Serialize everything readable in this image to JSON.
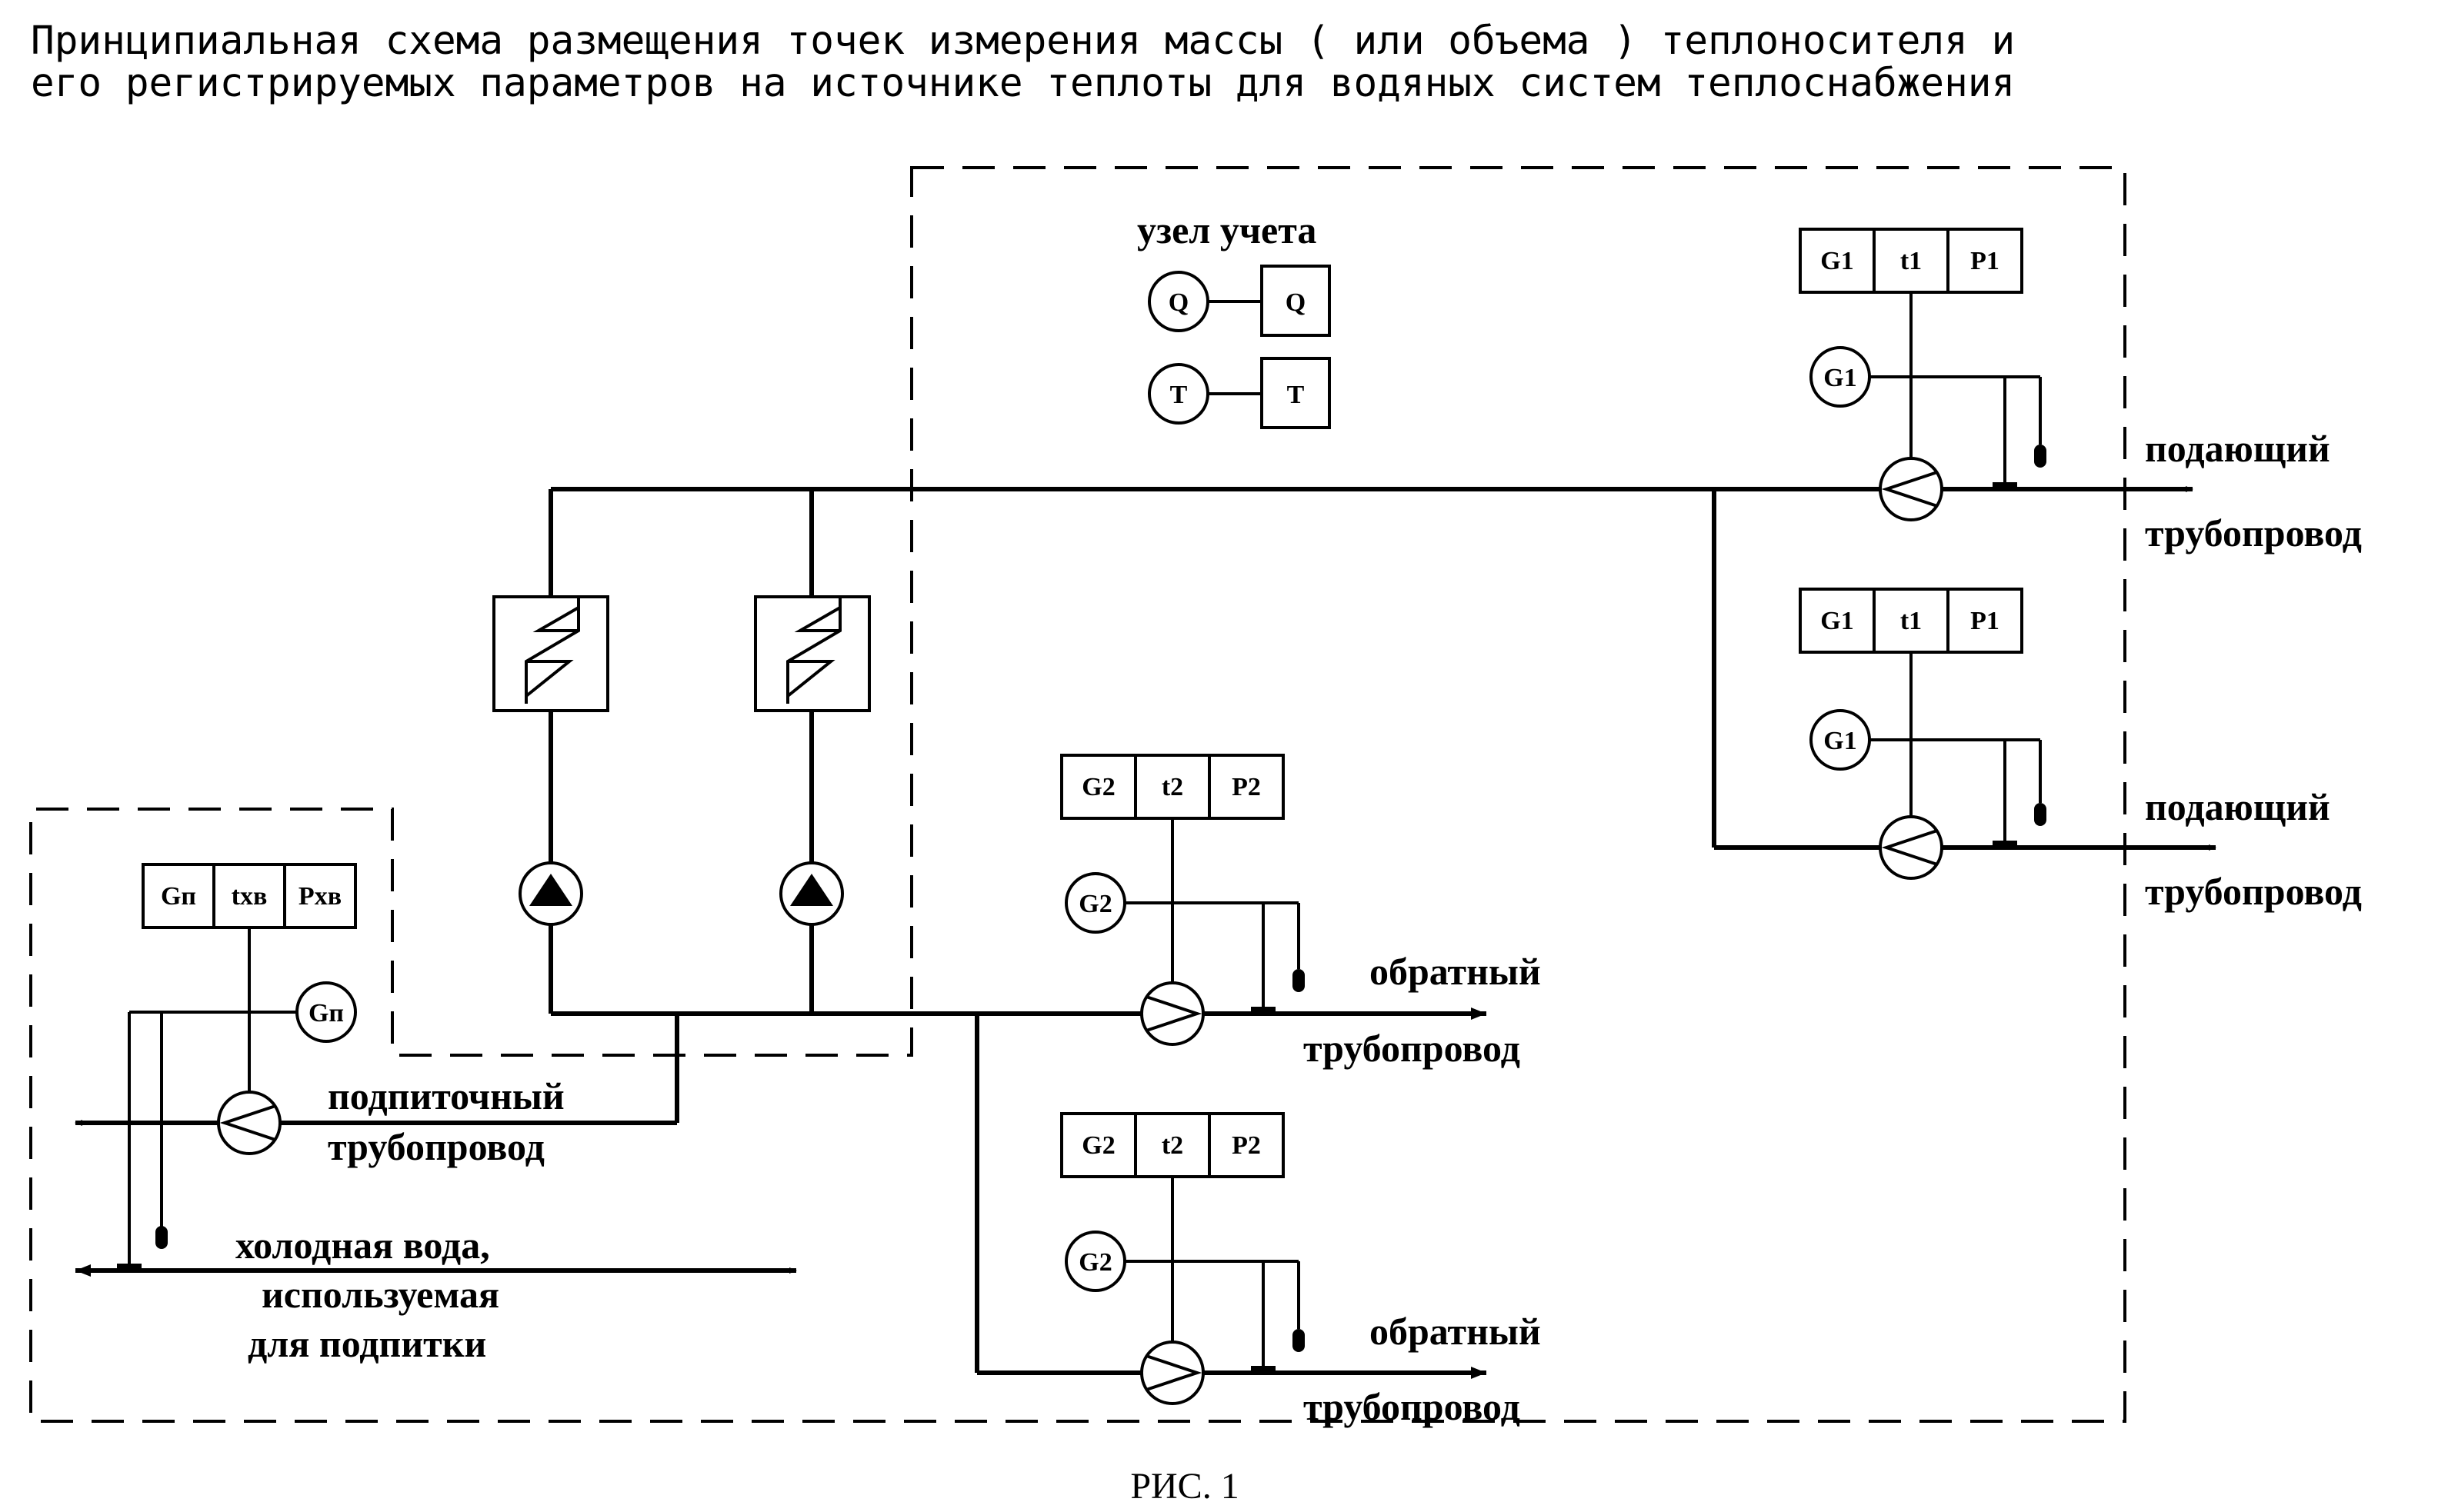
{
  "title": {
    "line1": "Принципиальная схема размещения точек измерения массы ( или объема ) теплоносителя и",
    "line2": "его регистрируемых параметров на источнике теплоты для водяных систем теплоснабжения"
  },
  "figure_caption": "РИС. 1",
  "legend": {
    "heading": "узел учета",
    "q_circle": "Q",
    "q_square": "Q",
    "t_circle": "T",
    "t_square": "T"
  },
  "supply_1": {
    "box": [
      "G1",
      "t1",
      "P1"
    ],
    "sensor": "G1",
    "label1": "подающий",
    "label2": "трубопровод"
  },
  "supply_2": {
    "box": [
      "G1",
      "t1",
      "P1"
    ],
    "sensor": "G1",
    "label1": "подающий",
    "label2": "трубопровод"
  },
  "return_1": {
    "box": [
      "G2",
      "t2",
      "P2"
    ],
    "sensor": "G2",
    "label1": "обратный",
    "label2": "трубопровод"
  },
  "return_2": {
    "box": [
      "G2",
      "t2",
      "P2"
    ],
    "sensor": "G2",
    "label1": "обратный",
    "label2": "трубопровод"
  },
  "makeup": {
    "box": [
      "Gп",
      "tхв",
      "Pхв"
    ],
    "sensor": "Gп",
    "label1": "подпиточный",
    "label2": "трубопровод"
  },
  "cold_water": {
    "label1": "холодная вода,",
    "label2": "используемая",
    "label3": "для подпитки"
  }
}
